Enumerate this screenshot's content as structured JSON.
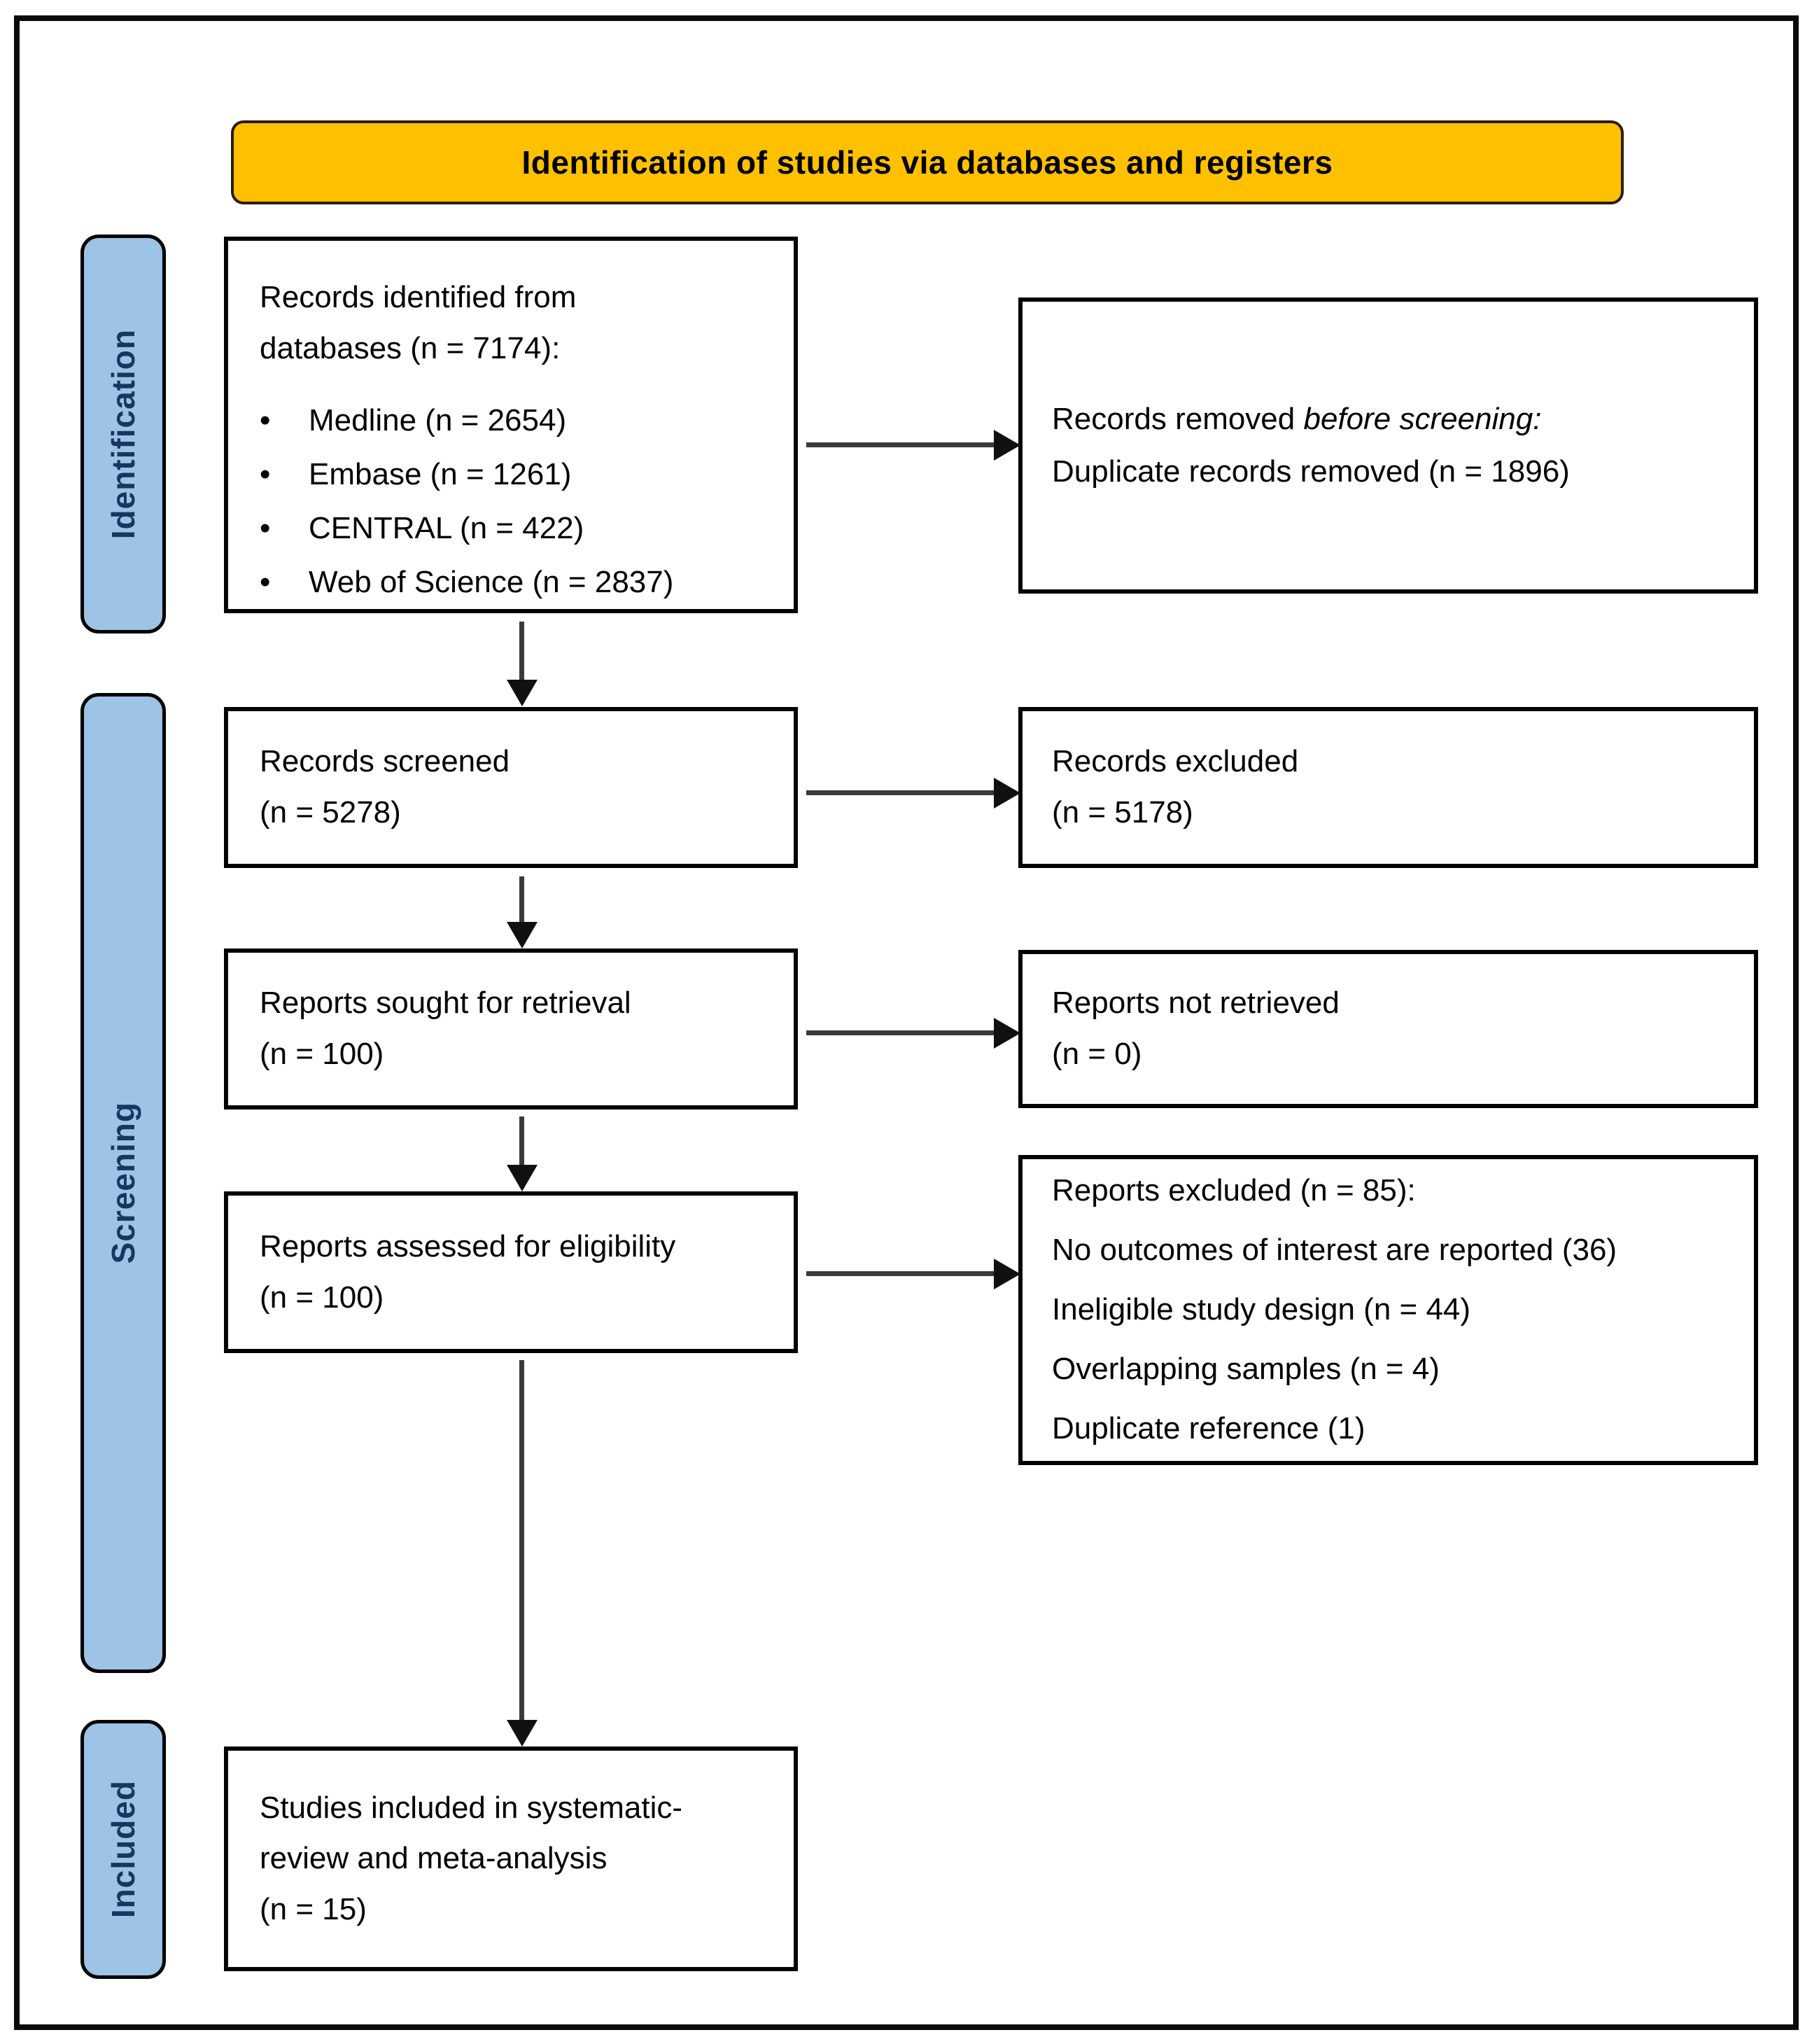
{
  "diagram": {
    "title": "Identification of studies via databases and registers",
    "bullet_char": "•",
    "stages": [
      {
        "label": "Identification"
      },
      {
        "label": "Screening"
      },
      {
        "label": "Included"
      }
    ],
    "boxes": {
      "identified": {
        "lines": [
          "Records identified from",
          "databases (n = 7174):"
        ],
        "bullets": [
          "Medline (n = 2654)",
          "Embase (n = 1261)",
          "CENTRAL (n = 422)",
          "Web of Science (n = 2837)"
        ]
      },
      "removed": {
        "prefix": "Records removed ",
        "italic": "before screening:",
        "line2": "Duplicate records removed (n = 1896)"
      },
      "screened": {
        "lines": [
          "Records screened",
          "(n = 5278)"
        ]
      },
      "records_excluded": {
        "lines": [
          "Records excluded",
          "(n = 5178)"
        ]
      },
      "sought": {
        "lines": [
          "Reports sought for retrieval",
          "(n = 100)"
        ]
      },
      "not_retrieved": {
        "lines": [
          "Reports not retrieved",
          "(n = 0)"
        ]
      },
      "assessed": {
        "lines": [
          "Reports assessed for eligibility",
          "(n = 100)"
        ]
      },
      "reports_excluded": {
        "lines": [
          "Reports excluded (n = 85):",
          "No outcomes of interest are reported (36)",
          "Ineligible study design (n = 44)",
          "Overlapping samples (n = 4)",
          "Duplicate reference (1)"
        ]
      },
      "included": {
        "lines": [
          "Studies included in systematic-",
          "review and meta-analysis",
          "(n = 15)"
        ]
      }
    },
    "colors": {
      "banner_bg": "#FFC000",
      "banner_border": "#2A1E06",
      "stage_bg": "#9DC3E6",
      "stage_text": "#17375E",
      "arrow": "#3A3A3A",
      "arrow_head": "#101010"
    }
  }
}
